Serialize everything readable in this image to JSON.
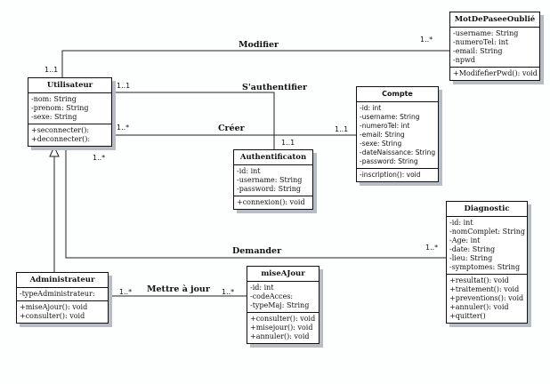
{
  "classes": {
    "utilisateur": {
      "name": "Utilisateur",
      "attributes": [
        "-nom: String",
        "-prenom: String",
        "-sexe: String"
      ],
      "methods": [
        "+seconnecter():",
        "+deconnecter():"
      ]
    },
    "motdepasse": {
      "name": "MotDePaseeOublié",
      "attributes": [
        "-username: String",
        "-numeroTel: int",
        "-email: String",
        "-npwd"
      ],
      "methods": [
        "+ModifefierPwd(): void"
      ]
    },
    "compte": {
      "name": "Compte",
      "attributes": [
        "-id: int",
        "-username: String",
        "-numeroTel: int",
        "-email: String",
        "-sexe: String",
        "-dateNaissance: String",
        "-password: String"
      ],
      "methods": [
        "-inscription(): void"
      ]
    },
    "authentification": {
      "name": "Authentificaton",
      "attributes": [
        "-id: int",
        "-username: String",
        "-password: String"
      ],
      "methods": [
        "+connexion(): void"
      ]
    },
    "diagnostic": {
      "name": "Diagnostic",
      "attributes": [
        "-id: int",
        "-nomComplet: String",
        "-Age: int",
        "-date: String",
        "-lieu: String",
        "-symptomes: String"
      ],
      "methods": [
        "+resultat(): void",
        "+traitement(): void",
        "+preventions(): void",
        "+annuler(): void",
        "+quitter()"
      ]
    },
    "administrateur": {
      "name": "Administrateur",
      "attributes": [
        "-typeAdministrateur:"
      ],
      "methods": [
        "+miseAjour(): void",
        "+consulter(): void"
      ]
    },
    "miseajour": {
      "name": "miseAJour",
      "attributes": [
        "-id: int",
        "-codeAcces:",
        "-typeMaj: String"
      ],
      "methods": [
        "+consulter(): void",
        "+misejour(): void",
        "+annuler(): void"
      ]
    }
  },
  "associations": {
    "modifier": "Modifier",
    "sauthentifier": "S'authentifier",
    "creer": "Créer",
    "demander": "Demander",
    "mettre_a_jour": "Mettre à jour"
  },
  "multiplicities": {
    "modifier_user": "1..1",
    "modifier_mdp": "1..*",
    "auth_user": "1..1",
    "auth_auth": "1..1",
    "creer_user": "1..*",
    "creer_compte": "1..1",
    "demander_user": "1..*",
    "demander_diag": "1..*",
    "maj_admin": "1..*",
    "maj_maj": "1..*"
  }
}
